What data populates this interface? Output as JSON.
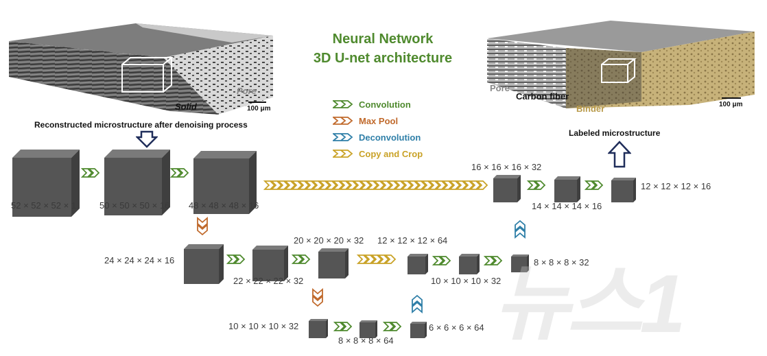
{
  "title": {
    "line1": "Neural Network",
    "line2": "3D U-net architecture"
  },
  "left_panel": {
    "caption": "Reconstructed microstructure after denoising process",
    "label_solid": "Solid",
    "label_pore": "Pore",
    "scale_bar": "100 μm"
  },
  "right_panel": {
    "caption": "Labeled microstructure",
    "label_pore": "Pore",
    "label_carbon": "Carbon fiber",
    "label_binder": "Binder",
    "scale_bar": "100 μm"
  },
  "legend": [
    {
      "label": "Convolution",
      "color": "#4f8a2e"
    },
    {
      "label": "Max Pool",
      "color": "#c0692b"
    },
    {
      "label": "Deconvolution",
      "color": "#2f7fa8"
    },
    {
      "label": "Copy and Crop",
      "color": "#c9a227"
    }
  ],
  "dims": {
    "d1": "52 × 52 × 52 × 1",
    "d2": "50 × 50 × 50 × 16",
    "d3": "48 × 48 × 48 × 16",
    "d4": "24 × 24 × 24 × 16",
    "d5": "22 × 22 × 22 × 32",
    "d6": "20 × 20 × 20 × 32",
    "d7": "10 × 10 × 10 × 32",
    "d8": "8 × 8 × 8 × 64",
    "d9": "6 × 6 × 6 × 64",
    "d10": "12 × 12 × 12 × 64",
    "d11": "10 × 10 × 10 × 32",
    "d12": "8 × 8 × 8 × 32",
    "d13": "16 × 16 × 16 × 32",
    "d14": "14 × 14 × 14 × 16",
    "d15": "12 × 12 × 12 × 16"
  },
  "watermark": "뉴스1",
  "colors": {
    "convolution": "#4f8a2e",
    "maxpool": "#c0692b",
    "deconvolution": "#2f7fa8",
    "copycrop": "#c9a227",
    "cube": "#555555",
    "binder": "#c7b27a"
  }
}
